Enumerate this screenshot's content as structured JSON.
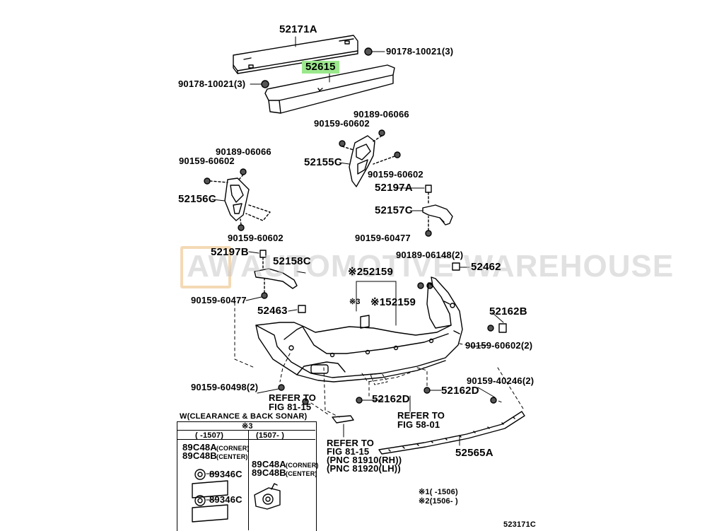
{
  "diagram": {
    "watermark": {
      "logo": "AW",
      "text": "AUTOMOTIVE WAREHOUSE"
    },
    "highlight_color": "#9be88c",
    "parts": {
      "p52171A": "52171A",
      "p52615": "52615",
      "p90178_r": "90178-10021(3)",
      "p90178_l": "90178-10021(3)",
      "p90189_r": "90189-06066",
      "p90159_r1": "90159-60602",
      "p52155C": "52155C",
      "p90159_r2": "90159-60602",
      "p90189_l": "90189-06066",
      "p90159_l1": "90159-60602",
      "p52156C": "52156C",
      "p90159_l2": "90159-60602",
      "p52197A": "52197A",
      "p52157C": "52157C",
      "p90159_60477_r": "90159-60477",
      "p52197B": "52197B",
      "p52158C": "52158C",
      "p90189_06148": "90189-06148(2)",
      "p52462": "52462",
      "p52159_a": "※252159",
      "p52159_b": "※152159",
      "p_x3": "※3",
      "p90159_60477_l": "90159-60477",
      "p52463": "52463",
      "p52162B": "52162B",
      "p90159_60602_2": "90159-60602(2)",
      "p90159_40246": "90159-40246(2)",
      "p90159_60498": "90159-60498(2)",
      "p52162D_a": "52162D",
      "p52162D_b": "52162D",
      "p52565A": "52565A",
      "ref1_a": "REFER TO",
      "ref1_b": "FIG 81-15",
      "ref2_a": "REFER TO",
      "ref2_b": "FIG 58-01",
      "ref3_a": "REFER TO",
      "ref3_b": "FIG 81-15",
      "ref3_c": "(PNC 81910(RH))",
      "ref3_d": "(PNC 81920(LH))",
      "note1": "※1(     -1506)",
      "note2": "※2(1506-     )",
      "fig_code": "523171C"
    },
    "inset": {
      "title": "W(CLEARANCE & BACK SONAR)",
      "mark": "※3",
      "col1_head": "(     -1507)",
      "col2_head": "(1507-     )",
      "c1_a": "89C48A",
      "c1_a_note": "(CORNER)",
      "c1_b": "89C48B",
      "c1_b_note": "(CENTER)",
      "c1_c": "89346C",
      "c1_d": "89346C",
      "c2_a": "89C48A",
      "c2_a_note": "(CORNER)",
      "c2_b": "89C48B",
      "c2_b_note": "(CENTER)"
    }
  }
}
